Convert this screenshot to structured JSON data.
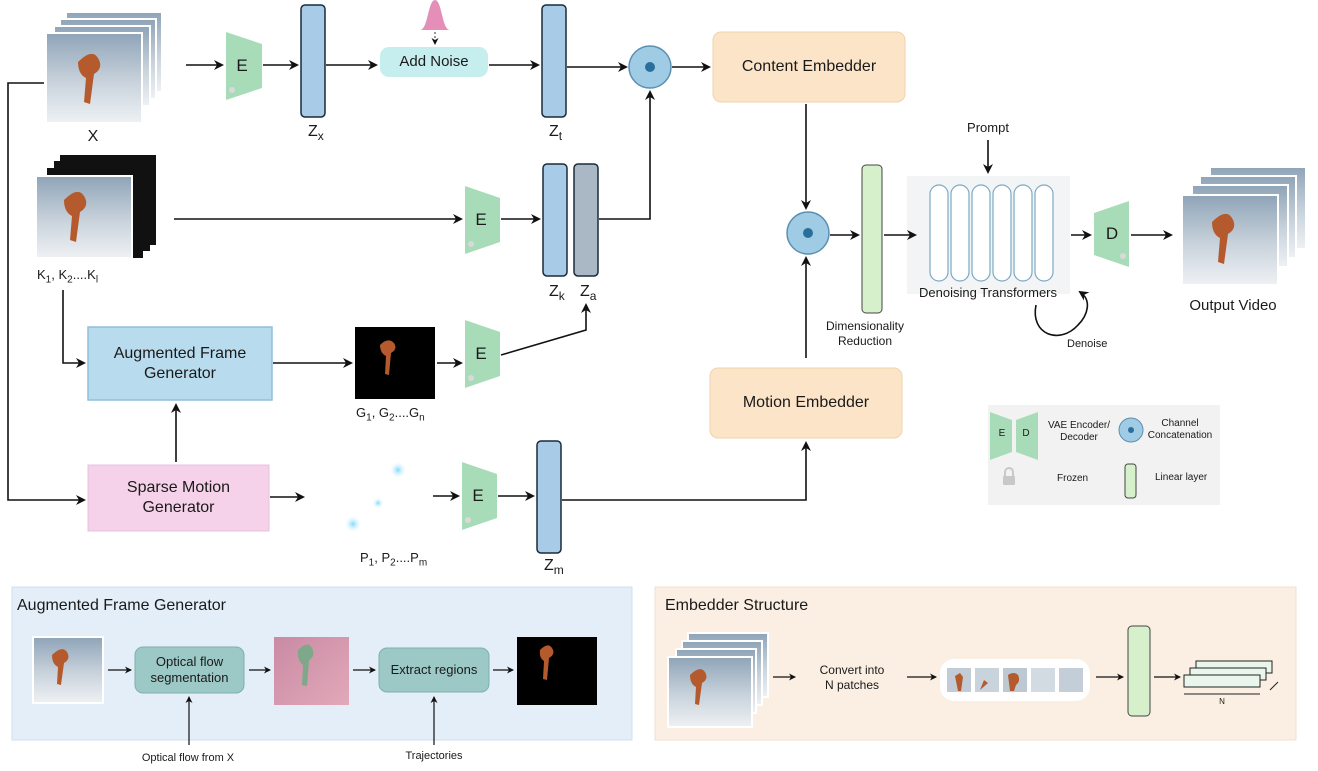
{
  "colors": {
    "encoder_green": "#a8dcb8",
    "latent_blue": "#a8cce8",
    "latent_gray": "#a9b8c4",
    "noise_teal": "#c7eeee",
    "embedder_orange": "#fce4c8",
    "afg_blue": "#b8dbee",
    "smg_pink": "#f5d2ea",
    "panel_blue": "#e3eef8",
    "panel_beige": "#faefe2",
    "legend_gray": "#f2f2f2",
    "linear_green": "#d6f0cc",
    "concat_blue": "#9fcbe4",
    "bell_pink": "#e58fb8",
    "op_teal": "#9cc8c6"
  },
  "nodes": {
    "input_video": "X",
    "encoder": "E",
    "decoder": "D",
    "add_noise": "Add Noise",
    "content_embedder": "Content Embedder",
    "motion_embedder": "Motion Embedder",
    "augmented_frame_generator": [
      "Augmented Frame",
      "Generator"
    ],
    "sparse_motion_generator": [
      "Sparse Motion",
      "Generator"
    ],
    "dimensionality_reduction": [
      "Dimensionality",
      "Reduction"
    ],
    "prompt": "Prompt",
    "denoising_transformers": "Denoising Transformers",
    "denoise": "Denoise",
    "output_video": "Output Video"
  },
  "latents": {
    "zx": {
      "base": "Z",
      "sub": "x"
    },
    "zt": {
      "base": "Z",
      "sub": "t"
    },
    "zk": {
      "base": "Z",
      "sub": "k"
    },
    "za": {
      "base": "Z",
      "sub": "a"
    },
    "zm": {
      "base": "Z",
      "sub": "m"
    }
  },
  "frame_labels": {
    "keyframes": {
      "a": "K",
      "a_sub": "1",
      "b": ", K",
      "b_sub": "2",
      "c": "....K",
      "c_sub": "l"
    },
    "augmented": {
      "a": "G",
      "a_sub": "1",
      "b": ", G",
      "b_sub": "2",
      "c": "....G",
      "c_sub": "n"
    },
    "points": {
      "a": "P",
      "a_sub": "1",
      "b": ", P",
      "b_sub": "2",
      "c": "....P",
      "c_sub": "m"
    }
  },
  "legend": {
    "vae": [
      "VAE Encoder/",
      "Decoder"
    ],
    "channel_concat": [
      "Channel",
      "Concatenation"
    ],
    "frozen": "Frozen",
    "linear_layer": "Linear layer"
  },
  "afg_panel": {
    "title": "Augmented Frame Generator",
    "optical_flow_seg": [
      "Optical flow",
      "segmentation"
    ],
    "extract_regions": "Extract regions",
    "optical_flow_from_x": "Optical flow from X",
    "trajectories": "Trajectories"
  },
  "embedder_panel": {
    "title": "Embedder Structure",
    "convert": [
      "Convert into",
      "N patches"
    ],
    "n_label": "N"
  }
}
